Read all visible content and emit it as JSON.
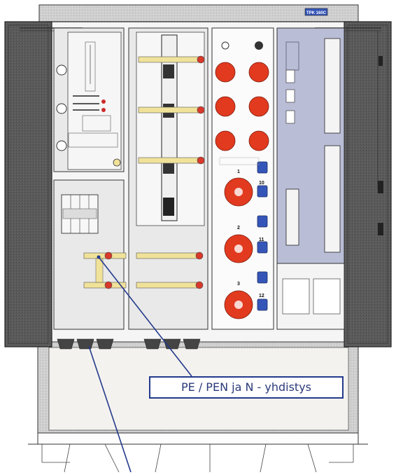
{
  "figure": {
    "model_label": "TPK 160C",
    "callout_label": "PE / PEN ja N - yhdistys",
    "socket_numbers": [
      "1",
      "2",
      "3",
      "10",
      "11",
      "12"
    ],
    "colors": {
      "callout_line": "#233a8c",
      "red_socket": "#e23a1f",
      "blue_socket": "#3556b8",
      "door": "#4b4b4b",
      "plate": "#e9e9e9",
      "busbar": "#f1e29a",
      "breaker_panel": "#b9bdd6"
    }
  }
}
